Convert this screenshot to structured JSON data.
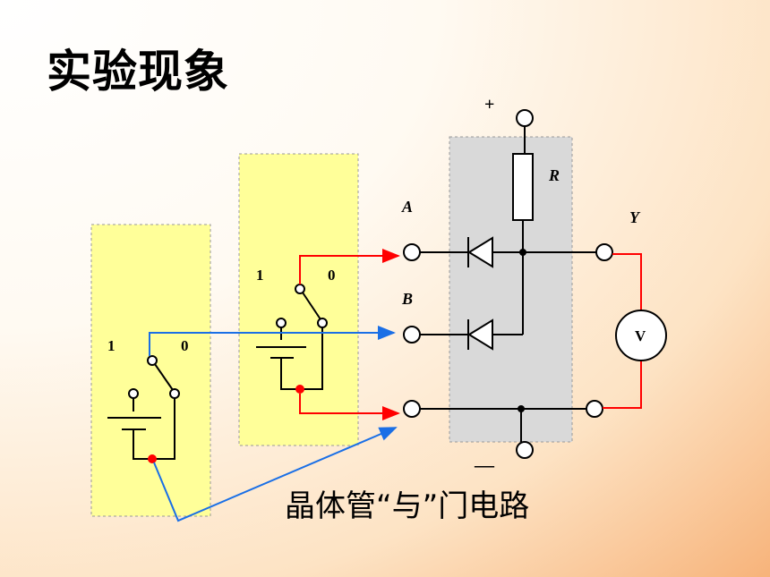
{
  "title": "实验现象",
  "caption": "晶体管“与”门电路",
  "labels": {
    "plus": "+",
    "minus": "—",
    "resistor": "R",
    "input_a": "A",
    "input_b": "B",
    "output_y": "Y",
    "voltmeter": "V",
    "switch1_one": "1",
    "switch1_zero": "0",
    "switch2_one": "1",
    "switch2_zero": "0"
  },
  "colors": {
    "wire": "#000000",
    "red_wire": "#ff0000",
    "blue_wire": "#1a6fe6",
    "switch_box": "#ffff99",
    "gate_box": "#d9d9d9"
  }
}
